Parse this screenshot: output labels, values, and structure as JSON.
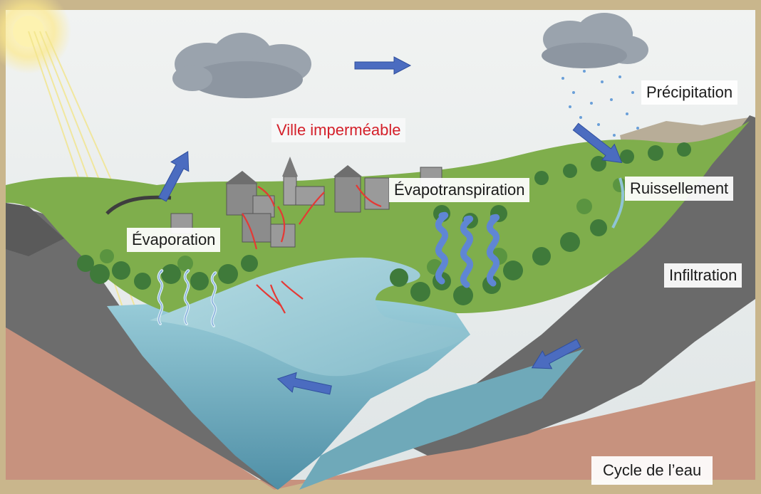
{
  "diagram": {
    "title": "Cycle de l’eau",
    "labels": {
      "precipitation": "Précipitation",
      "runoff": "Ruissellement",
      "infiltration": "Infiltration",
      "evapotranspiration": "Évapotranspiration",
      "evaporation": "Évaporation",
      "impermeable_city": "Ville imperméable"
    }
  },
  "colors": {
    "frame": "#c9b68c",
    "sky": "#e7ecee",
    "water": "#7fb8cc",
    "grass": "#7fae4c",
    "soil": "#c7927e",
    "rock": "#6b6b6b",
    "arrow": "#4b6cc0",
    "city_flow": "#e53935",
    "city_label": "#d4202a"
  }
}
